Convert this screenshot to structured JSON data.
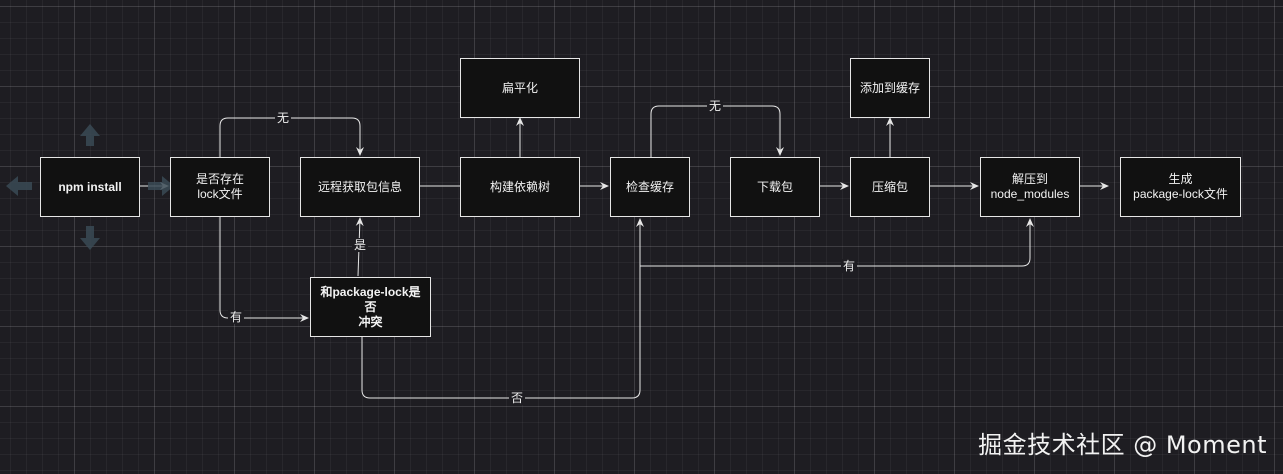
{
  "nodes": {
    "npm_install": "npm install",
    "lock_exists": "是否存在\nlock文件",
    "remote_fetch": "远程获取包信息",
    "flatten": "扁平化",
    "build_tree": "构建依赖树",
    "check_cache": "检查缓存",
    "download": "下载包",
    "add_cache": "添加到缓存",
    "compress": "压缩包",
    "extract": "解压到\nnode_modules",
    "generate_lock": "生成\npackage-lock文件",
    "conflict": "和package-lock是否\n冲突"
  },
  "edge_labels": {
    "no_lock": "无",
    "has_lock": "有",
    "conflict_yes": "是",
    "conflict_no": "否",
    "no_cache": "无",
    "has_cache": "有"
  },
  "watermark": "掘金技术社区 @ Moment",
  "colors": {
    "background": "#1e1d22",
    "node_fill": "#111111",
    "line": "#e6e6e6"
  }
}
